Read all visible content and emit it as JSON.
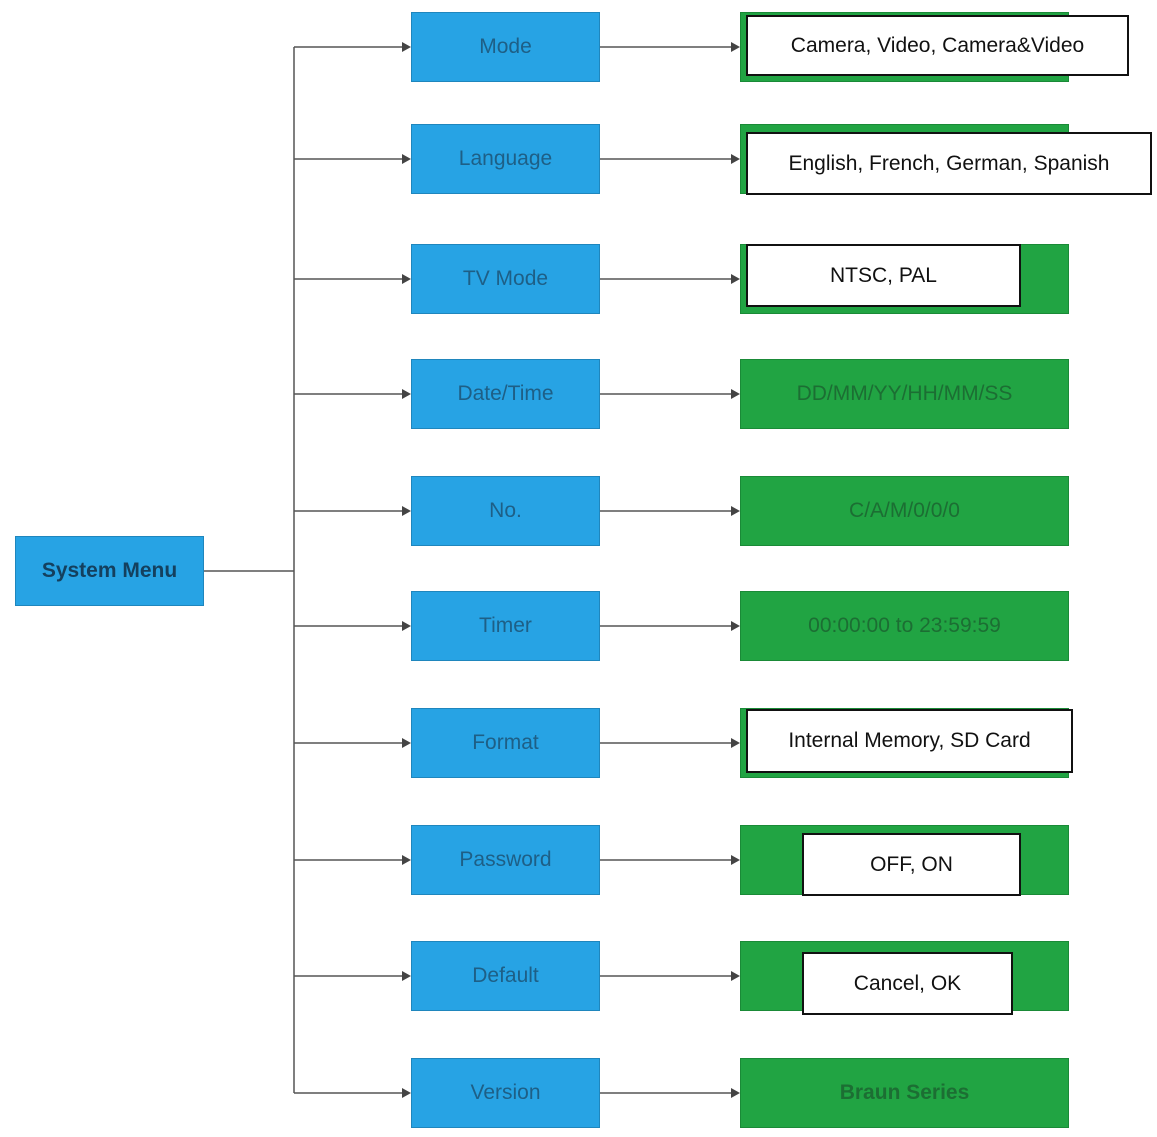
{
  "root": {
    "label": "System Menu"
  },
  "items": [
    {
      "label": "Mode",
      "value": "Camera, Video, Camera&Video",
      "value_style": "white"
    },
    {
      "label": "Language",
      "value": "English, French, German, Spanish",
      "value_style": "white"
    },
    {
      "label": "TV Mode",
      "value": "NTSC, PAL",
      "value_style": "white"
    },
    {
      "label": "Date/Time",
      "value": "DD/MM/YY/HH/MM/SS",
      "value_style": "green"
    },
    {
      "label": "No.",
      "value": "C/A/M/0/0/0",
      "value_style": "green"
    },
    {
      "label": "Timer",
      "value": "00:00:00 to 23:59:59",
      "value_style": "green"
    },
    {
      "label": "Format",
      "value": "Internal Memory, SD Card",
      "value_style": "white"
    },
    {
      "label": "Password",
      "value": "OFF, ON",
      "value_style": "white"
    },
    {
      "label": "Default",
      "value": "Cancel, OK",
      "value_style": "white"
    },
    {
      "label": "Version",
      "value": "Braun Series",
      "value_style": "green"
    }
  ],
  "colors": {
    "blue_box": "#27a3e4",
    "green_box": "#21a443",
    "connector": "#555555"
  }
}
